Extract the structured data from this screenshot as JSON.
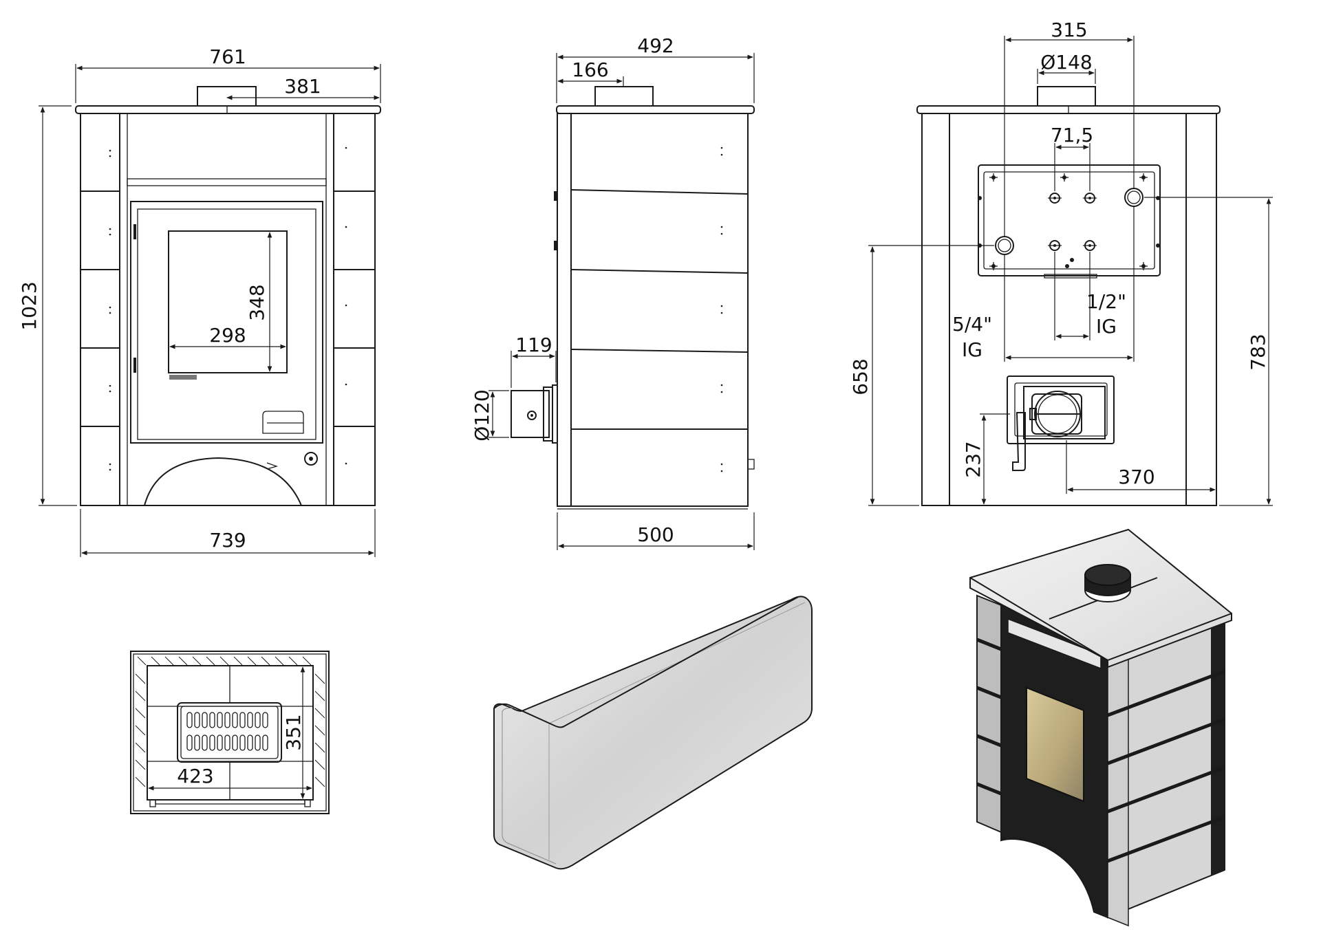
{
  "views": {
    "front": {
      "dims": {
        "overall_width": "761",
        "half_width": "381",
        "overall_height": "1023",
        "glass_height": "348",
        "glass_width": "298",
        "base_width": "739"
      }
    },
    "side": {
      "dims": {
        "depth_top": "492",
        "flue_offset": "166",
        "spigot_length": "119",
        "spigot_diameter": "Ø120",
        "depth_base": "500"
      }
    },
    "rear": {
      "dims": {
        "connections_span": "315",
        "flue_diameter": "Ø148",
        "inner_spacing": "71,5",
        "pipe_large_label_1": "5/4\"",
        "pipe_large_label_2": "IG",
        "pipe_small_label_1": "1/2\"",
        "pipe_small_label_2": "IG",
        "height_lower_pipe": "658",
        "height_upper_pipe": "783",
        "air_inlet_height": "237",
        "air_inlet_offset": "370"
      }
    },
    "section": {
      "dims": {
        "firebox_depth": "351",
        "firebox_width": "423"
      }
    }
  },
  "colors": {
    "line": "#1a1a1a",
    "tile": "#dcdcdc",
    "tile_shade": "#bdbdbd",
    "steel": "#1e1e1e",
    "flame_glass": "#c8b98a"
  }
}
